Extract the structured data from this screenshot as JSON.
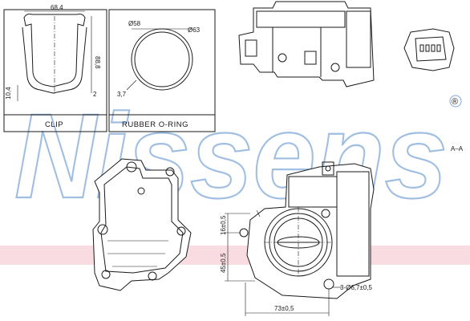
{
  "watermark": {
    "text": "Nissens",
    "registered_mark": "®",
    "color": "#7fa9d8",
    "band_color": "#f3c0c8"
  },
  "clip_panel": {
    "caption": "CLIP",
    "dim_width": "68,4",
    "dim_height": "88,8",
    "dim_lip": "10,4",
    "dim_small": "2"
  },
  "oring_panel": {
    "caption": "RUBBER O-RING",
    "dim_inner": "Ø58",
    "dim_outer": "Ø63",
    "dim_section": "3,7"
  },
  "views": {
    "section_marker": "A–A"
  },
  "front_dims": {
    "dim_top": "16±0,5",
    "dim_left": "45±0,5",
    "dim_bottom": "73±0,5",
    "dim_holes": "3-Ø6,7±0,5"
  }
}
